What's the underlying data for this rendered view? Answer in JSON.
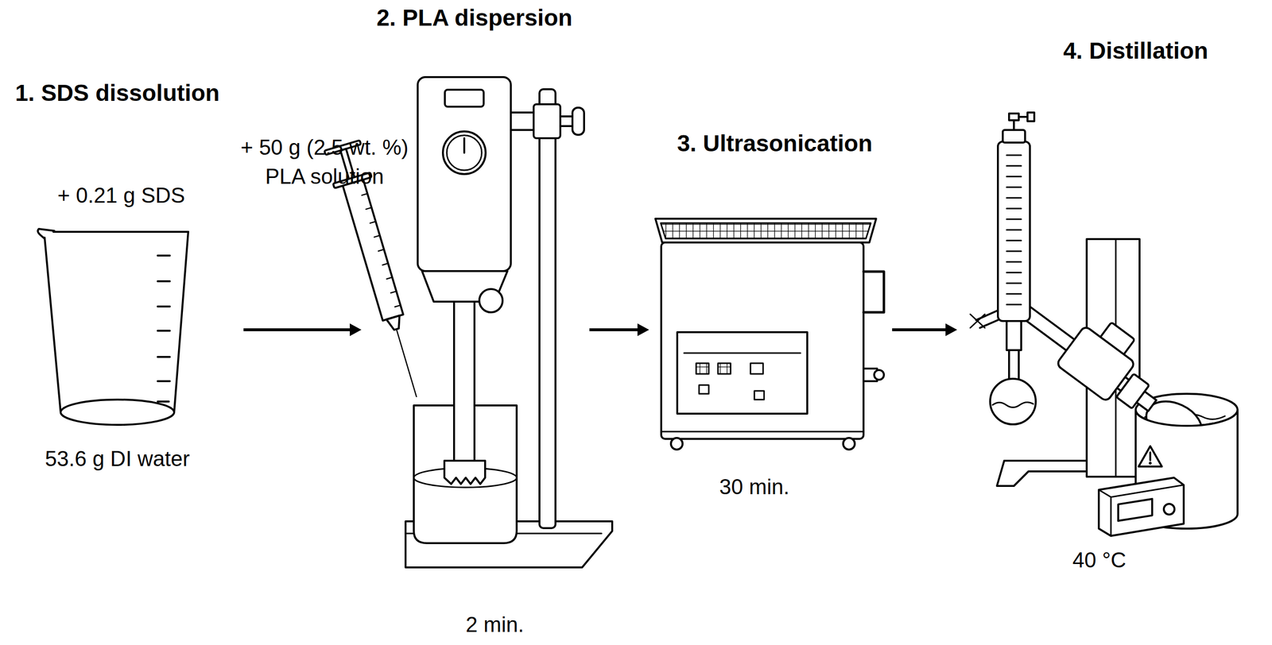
{
  "diagram": {
    "nodes": [
      {
        "text": [
          "1. SDS dissolution",
          "+ 0.21 g SDS",
          "53.6 g DI water"
        ]
      },
      {
        "text": [
          "2. PLA dispersion",
          "2 min."
        ]
      },
      {
        "text": [
          "3. Ultrasonication",
          "30 min."
        ]
      },
      {
        "text": [
          "4. Distillation",
          "40 °C"
        ]
      }
    ],
    "edges": [
      {
        "from": 0,
        "to": 1,
        "arrow": "to"
      },
      {
        "from": 1,
        "to": 2,
        "arrow": "to"
      },
      {
        "from": 2,
        "to": 3,
        "arrow": "to"
      }
    ],
    "labels": [
      "+ 50 g (2.5 wt. %) PLA solution"
    ]
  }
}
